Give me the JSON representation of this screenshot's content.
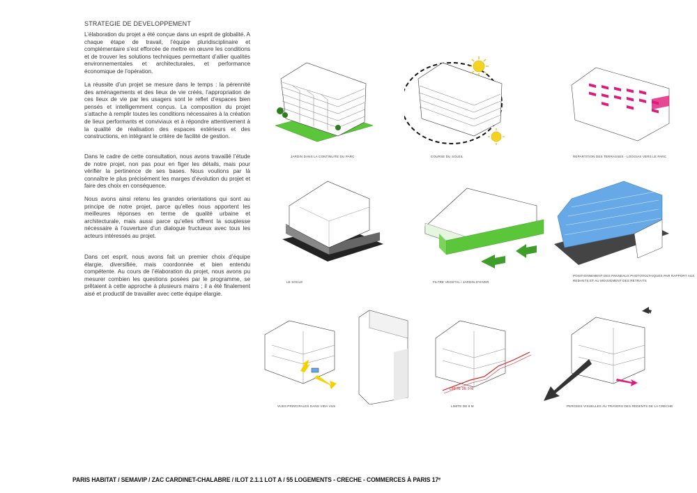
{
  "title": "STRATEGIE DE DEVELOPPEMENT",
  "paragraphs": [
    "L’élaboration du projet a été conçue dans un esprit de globalité. A chaque étape de travail, l’équipe pluridisciplinaire et complémentaire s’est efforcée de mettre en œuvre les conditions et de trouver les solutions techniques permettant d’allier qualités environnementales et architecturales, et performance économique de l’opération.",
    "La réussite d’un projet se mesure dans le temps : la pérennité des aménagements et des lieux de vie créés, l’appropriation de ces lieux de vie par les usagers sont le reflet d’espaces bien pensés et intelligemment conçus. La composition du projet s’attache à remplir toutes les conditions nécessaires à la création de lieux performants et conviviaux et à répondre attentivement à la qualité de réalisation des espaces extérieurs et des constructions, en intégrant le critère de facilité de gestion.",
    "Dans le cadre de cette consultation, nous avons travaillé l’étude de notre projet, non pas pour en figer les détails, mais pour vérifier la pertinence de ses bases. Nous voulions par là connaître le plus précisément les marges d’évolution du projet et faire des choix en conséquence.",
    "Nous avons ainsi retenu les grandes orientations qui sont au principe de notre projet, parce qu’elles nous apportent les meilleures réponses en terme de qualité urbaine et architecturale, mais aussi parce qu’elles offrent la souplesse nécessaire à l’ouverture d’un dialogue fructueux avec tous les acteurs intéressés au projet.",
    "Dans cet esprit, nous avons fait un premier choix d’équipe élargie, diversifiée, mais coordonnée et bien entendu compétente. Au cours de l’élaboration du projet, nous avons pu mesurer combien les questions posées par le programme, se prêtaient à cette approche à plusieurs mains ; il a été finalement aisé et productif de travailler avec cette équipe élargie."
  ],
  "captions": {
    "jardin": "JARDIN DANS LA CONTINUITE DU PARC",
    "soleil": "COURSE DU SOLEIL",
    "terrasses": "REPARTITION DES TERRASSES - LOGGIAS VERS LE PARC",
    "socle": "LE SOCLE",
    "filtre": "FILTRE VEGETAL / JARDIN D'HIVER",
    "photovoltaiques_1": "POSITIONNEMENT DES PANNEAUX PHOTOVOLTAIQUES PAR RAPPORT AUX",
    "photovoltaiques_2": "REDANTS ET AU MOUVEMENT DES RETRAITS",
    "vues": "VUES PRINCIPALES DANS VIDA VUS",
    "limite": "LIMITE DE 9 M",
    "percees": "PERCEES VISUELLES AU TRAVERS DES REDENTS DE LA CRECHE"
  },
  "limite_label": "LIMITE DE 9 M",
  "footer": "PARIS HABITAT / SEMAVIP   / ZAC CARDINET-CHALABRE / ILOT 2.1.1 LOT A / 55 LOGEMENTS - CRECHE - COMMERCES À PARIS 17ᵉ",
  "colors": {
    "green": "#5cc63a",
    "darkgreen": "#3f9e2a",
    "magenta": "#e01a7a",
    "blue": "#66a9e6",
    "sun": "#f5d31e",
    "red": "#d62020",
    "yellow": "#f5d000"
  }
}
